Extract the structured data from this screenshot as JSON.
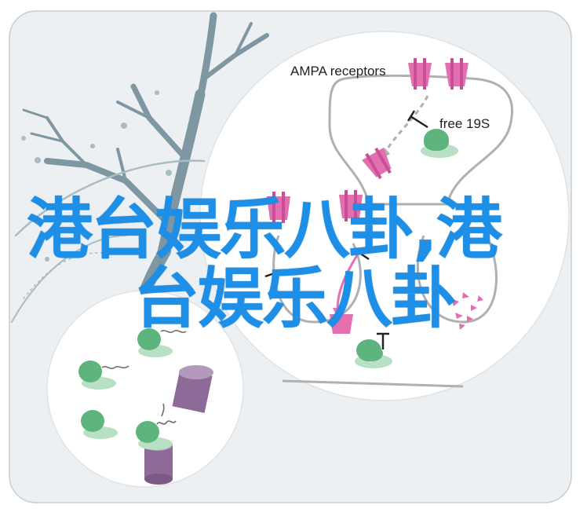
{
  "overlay": {
    "title_line_1": "港台娱乐八卦,港",
    "title_line_2": "台娱乐八卦"
  },
  "diagram": {
    "labels": {
      "ampa_receptors": "AMPA receptors",
      "free_19s": "free 19S"
    },
    "colors": {
      "card_background": "#edf0f2",
      "card_border": "#c8cdd2",
      "neuron_branch": "#7f97a2",
      "neuron_thin": "#a9bcc4",
      "receptor_pink": "#e36fb0",
      "subunit_green": "#5db47c",
      "proteasome_purple": "#8e6a98",
      "arrow_gray": "#b0b0b0",
      "arrow_pink": "#e46fb4",
      "title_blue": "#1e8fe6"
    }
  }
}
